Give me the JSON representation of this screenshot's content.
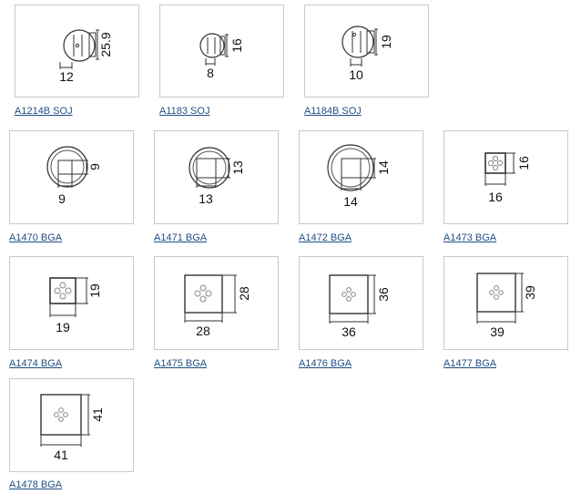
{
  "tips": [
    {
      "code": "A1214B SOJ",
      "shape": "round-soj",
      "width_dim": "12",
      "height_dim": "25.9"
    },
    {
      "code": "A1183 SOJ",
      "shape": "round-soj",
      "width_dim": "8",
      "height_dim": "16"
    },
    {
      "code": "A1184B SOJ",
      "shape": "round-soj",
      "width_dim": "10",
      "height_dim": "19"
    },
    {
      "code": "A1470 BGA",
      "shape": "round-bga",
      "width_dim": "9",
      "height_dim": "9"
    },
    {
      "code": "A1471 BGA",
      "shape": "round-bga",
      "width_dim": "13",
      "height_dim": "13"
    },
    {
      "code": "A1472 BGA",
      "shape": "round-bga",
      "width_dim": "14",
      "height_dim": "14"
    },
    {
      "code": "A1473 BGA",
      "shape": "square-bga",
      "width_dim": "16",
      "height_dim": "16"
    },
    {
      "code": "A1474 BGA",
      "shape": "square-bga",
      "width_dim": "19",
      "height_dim": "19"
    },
    {
      "code": "A1475 BGA",
      "shape": "square-bga",
      "width_dim": "28",
      "height_dim": "28"
    },
    {
      "code": "A1476 BGA",
      "shape": "square-bga",
      "width_dim": "36",
      "height_dim": "36"
    },
    {
      "code": "A1477 BGA",
      "shape": "square-bga",
      "width_dim": "39",
      "height_dim": "39"
    },
    {
      "code": "A1478 BGA",
      "shape": "square-bga",
      "width_dim": "41",
      "height_dim": "41"
    }
  ]
}
